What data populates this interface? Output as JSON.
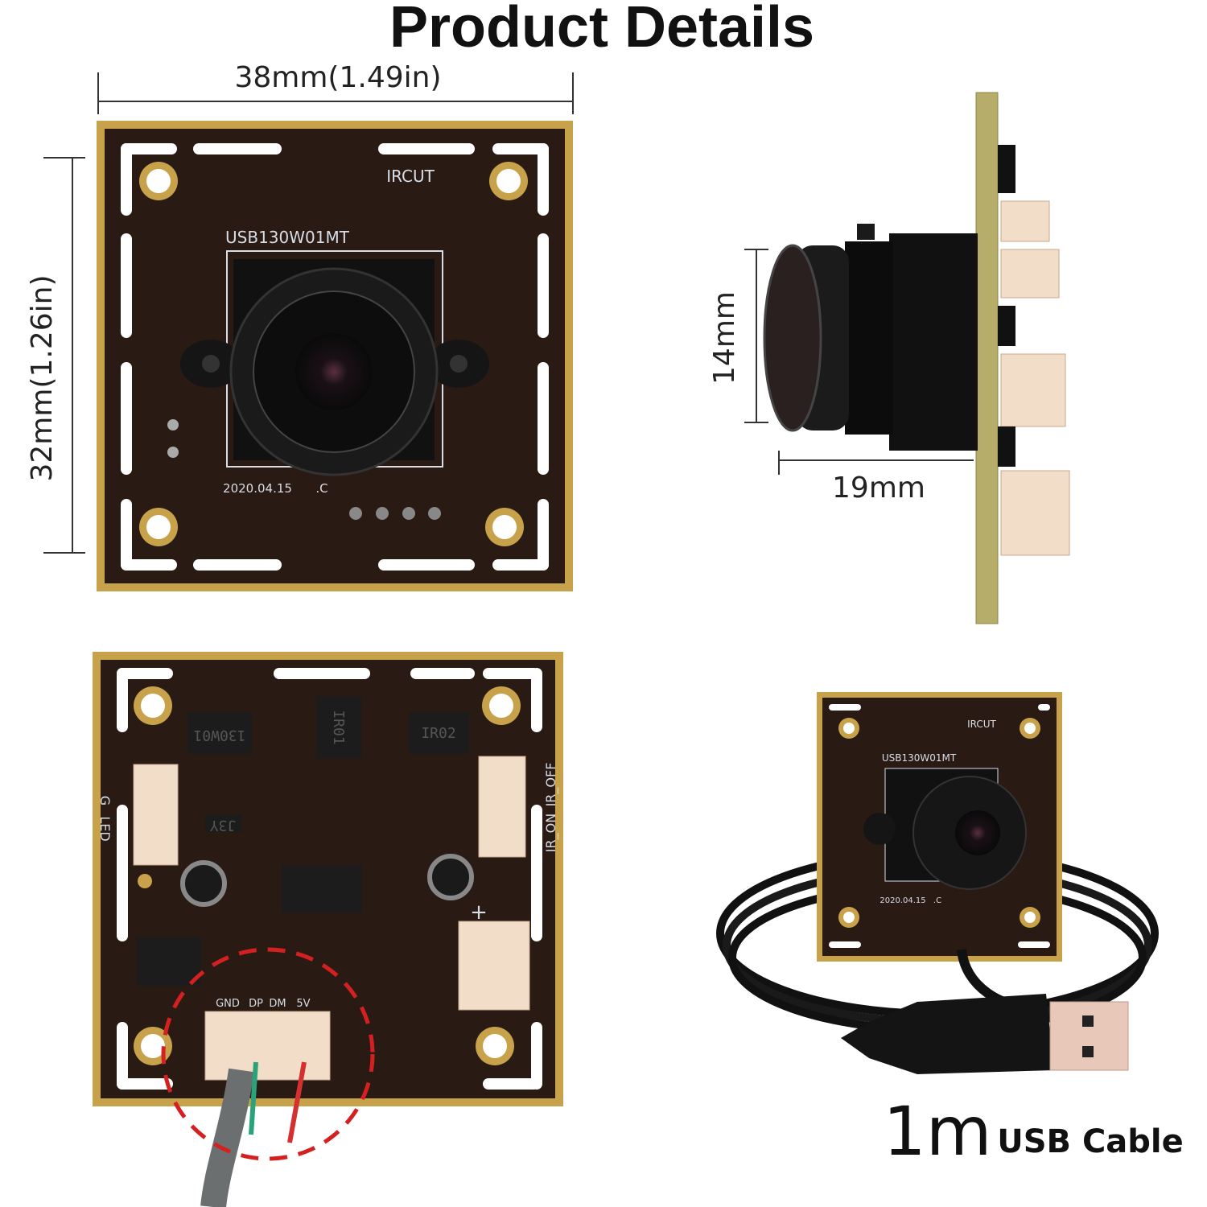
{
  "title": "Product Details",
  "front_view": {
    "width_label": "38mm(1.49in)",
    "height_label": "32mm(1.26in)",
    "silkscreen": {
      "ircut": "IRCUT",
      "model": "USB130W01MT",
      "date": "2020.04.15",
      "rev": ".C"
    }
  },
  "side_view": {
    "height_label": "14mm",
    "depth_label": "19mm"
  },
  "back_view": {
    "chips": [
      "130W01",
      "IR01",
      "IR02",
      "J3Y"
    ],
    "labels": {
      "g": "G",
      "led": "LED",
      "ir_on": "IR_ON",
      "ir_off": "IR_OFF",
      "plus": "+",
      "gnd": "GND",
      "dp": "DP",
      "dm": "DM",
      "v5": "5V"
    }
  },
  "cable_view": {
    "silkscreen": {
      "ircut": "IRCUT",
      "model": "USB130W01MT",
      "date": "2020.04.15",
      "rev": ".C"
    },
    "length": "1m",
    "caption": "USB Cable"
  },
  "colors": {
    "pcb": "#2a1a14",
    "gold": "#c8a24a",
    "highlight_circle": "#d42020"
  }
}
